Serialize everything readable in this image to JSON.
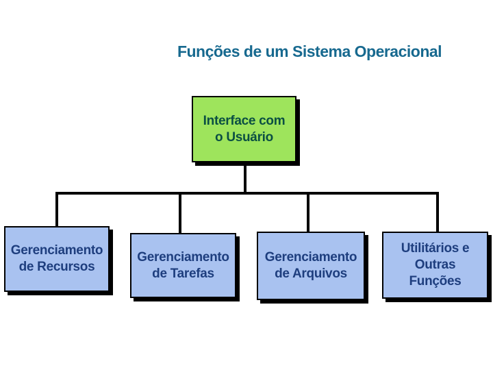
{
  "title": "Funções de um Sistema Operacional",
  "nodes": [
    {
      "id": "interface-usuario",
      "lines": [
        "Interface com",
        "o Usuário"
      ]
    },
    {
      "id": "gerenciamento-recursos",
      "lines": [
        "Gerenciamento",
        "de Recursos"
      ]
    },
    {
      "id": "gerenciamento-tarefas",
      "lines": [
        "Gerenciamento",
        "de Tarefas"
      ]
    },
    {
      "id": "gerenciamento-arquivos",
      "lines": [
        "Gerenciamento",
        "de Arquivos"
      ]
    },
    {
      "id": "utilitarios-outras-funcoes",
      "lines": [
        "Utilitários e",
        "Outras",
        "Funções"
      ]
    }
  ],
  "hierarchy": {
    "root": "Interface com o Usuário",
    "children": [
      "Gerenciamento de Recursos",
      "Gerenciamento de Tarefas",
      "Gerenciamento de Arquivos",
      "Utilitários e Outras Funções"
    ]
  },
  "colors": {
    "background": "#FFFFFF",
    "title_text": "#17698F",
    "root_box_fill": "#9EE45C",
    "root_box_text": "#0B4F43",
    "child_box_fill": "#A9C2F0",
    "child_box_text": "#1E3E7E",
    "box_border": "#000000",
    "box_shadow": "#000000",
    "connector": "#000000"
  }
}
